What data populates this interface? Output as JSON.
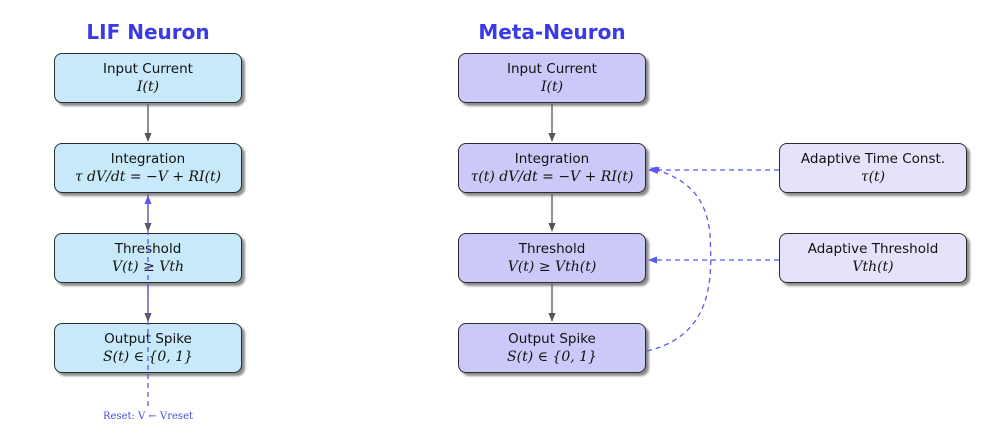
{
  "lif": {
    "title": "LIF Neuron",
    "nodes": [
      {
        "label": "Input Current",
        "expr": "I(t)"
      },
      {
        "label": "Integration",
        "expr": "τ dV/dt = −V + RI(t)"
      },
      {
        "label": "Threshold",
        "expr": "V(t) ≥ Vth"
      },
      {
        "label": "Output Spike",
        "expr": "S(t) ∈ {0, 1}"
      }
    ],
    "reset_label": "Reset: V ← Vreset"
  },
  "meta": {
    "title": "Meta-Neuron",
    "nodes": [
      {
        "label": "Input Current",
        "expr": "I(t)"
      },
      {
        "label": "Integration",
        "expr": "τ(t) dV/dt = −V + RI(t)"
      },
      {
        "label": "Threshold",
        "expr": "V(t) ≥ Vth(t)"
      },
      {
        "label": "Output Spike",
        "expr": "S(t) ∈ {0, 1}"
      }
    ],
    "adaptive": [
      {
        "label": "Adaptive Time Const.",
        "expr": "τ(t)"
      },
      {
        "label": "Adaptive Threshold",
        "expr": "Vth(t)"
      }
    ]
  },
  "colors": {
    "title": "#3a3ae6",
    "lif_fill": "#c7e9f9",
    "meta_fill": "#cbc9f7",
    "adaptive_fill": "#e5e3fb",
    "solid_edge": "#555555",
    "dashed_edge": "#5a5af0"
  }
}
